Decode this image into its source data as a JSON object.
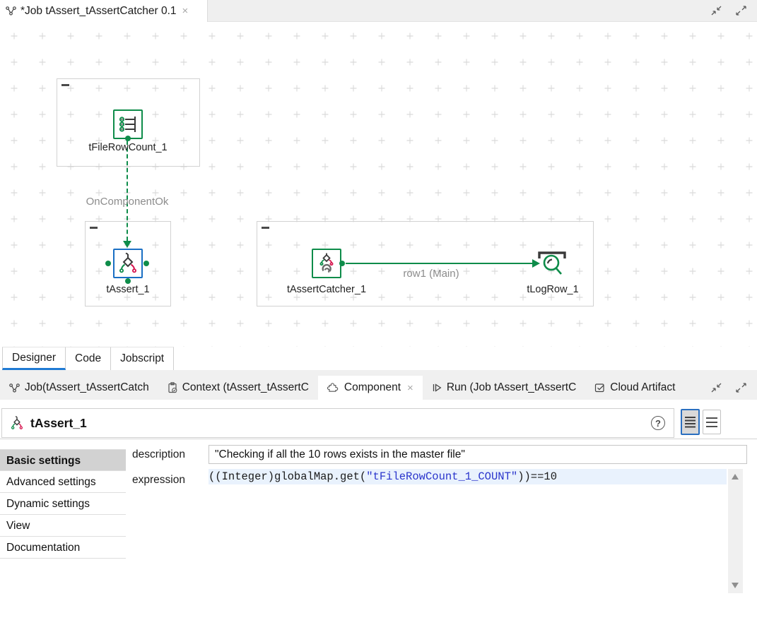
{
  "editor": {
    "tab_title": "*Job tAssert_tAssertCatcher 0.1"
  },
  "canvas": {
    "components": [
      {
        "label": "tFileRowCount_1"
      },
      {
        "label": "tAssert_1",
        "selected": true
      },
      {
        "label": "tAssertCatcher_1"
      },
      {
        "label": "tLogRow_1"
      }
    ],
    "connections": [
      {
        "label": "OnComponentOk",
        "type": "trigger"
      },
      {
        "label": "row1 (Main)",
        "type": "main"
      }
    ]
  },
  "view_tabs": [
    {
      "label": "Designer",
      "active": true
    },
    {
      "label": "Code",
      "active": false
    },
    {
      "label": "Jobscript",
      "active": false
    }
  ],
  "panel_tabs": [
    {
      "label": "Job(tAssert_tAssertCatch",
      "active": false
    },
    {
      "label": "Context (tAssert_tAssertC",
      "active": false
    },
    {
      "label": "Component",
      "active": true
    },
    {
      "label": "Run (Job tAssert_tAssertC",
      "active": false
    },
    {
      "label": "Cloud Artifact",
      "active": false
    }
  ],
  "component_panel": {
    "title": "tAssert_1",
    "help_label": "?",
    "sections": [
      {
        "label": "Basic settings",
        "active": true
      },
      {
        "label": "Advanced settings",
        "active": false
      },
      {
        "label": "Dynamic settings",
        "active": false
      },
      {
        "label": "View",
        "active": false
      },
      {
        "label": "Documentation",
        "active": false
      }
    ],
    "description": {
      "label": "description",
      "value": "\"Checking if all the 10 rows exists in the master file\""
    },
    "expression": {
      "label": "expression",
      "code_prefix": "((Integer)globalMap.get(",
      "code_string": "\"tFileRowCount_1_COUNT\"",
      "code_suffix": "))==10"
    }
  },
  "colors": {
    "talend_green": "#0e8c4a",
    "selection_blue": "#1a6fc4",
    "assert_red": "#d6164f",
    "string_literal_blue": "#2a35cc",
    "active_tab_underline": "#1f7ad4",
    "line_highlight": "#e9f2fd"
  }
}
